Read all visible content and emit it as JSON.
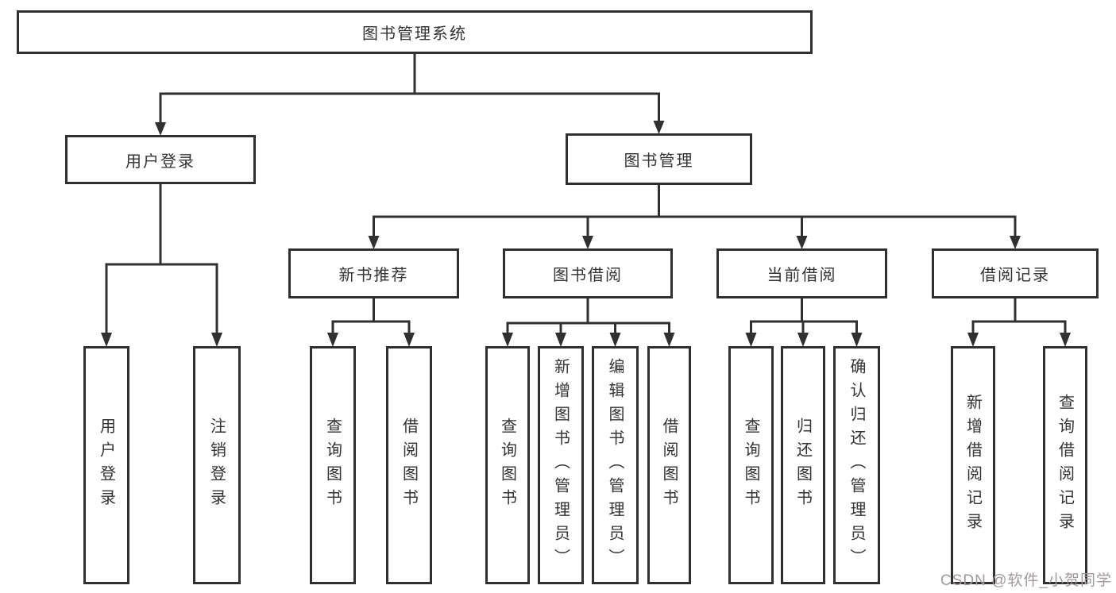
{
  "colors": {
    "line": "#303030",
    "border": "#303030",
    "text": "#333333",
    "box_bg": "#ffffff",
    "background": "#ffffff",
    "watermark": "#a09a9a"
  },
  "tree": {
    "root": {
      "label": "图书管理系统"
    },
    "level2": [
      {
        "label": "用户登录"
      },
      {
        "label": "图书管理"
      }
    ],
    "level3": [
      {
        "label": "新书推荐"
      },
      {
        "label": "图书借阅"
      },
      {
        "label": "当前借阅"
      },
      {
        "label": "借阅记录"
      }
    ],
    "leaves": {
      "user_login": [
        {
          "label": "用户登录"
        },
        {
          "label": "注销登录"
        }
      ],
      "new_book_recommend": [
        {
          "label": "查询图书"
        },
        {
          "label": "借阅图书"
        }
      ],
      "book_borrowing": [
        {
          "label": "查询图书"
        },
        {
          "label": "新增图书（管理员）"
        },
        {
          "label": "编辑图书（管理员）"
        },
        {
          "label": "借阅图书"
        }
      ],
      "current_borrowing": [
        {
          "label": "查询图书"
        },
        {
          "label": "归还图书"
        },
        {
          "label": "确认归还（管理员）"
        }
      ],
      "borrowing_records": [
        {
          "label": "新增借阅记录"
        },
        {
          "label": "查询借阅记录"
        }
      ]
    }
  },
  "watermark": {
    "text": "CSDN @软件_小贺同学"
  }
}
